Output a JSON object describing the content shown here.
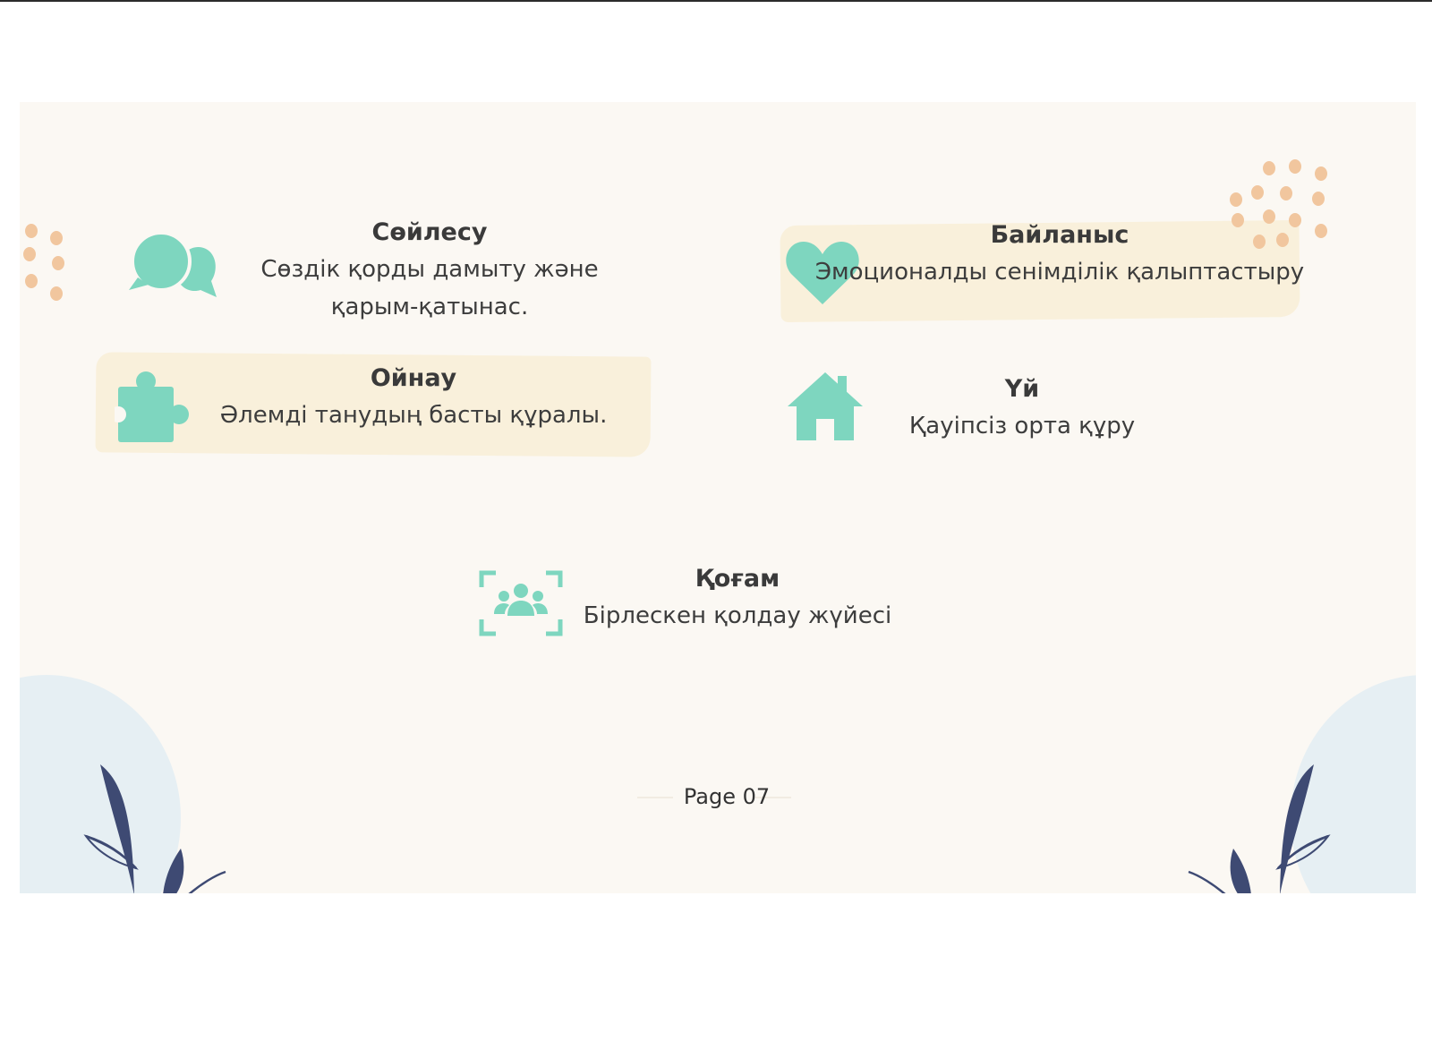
{
  "items": [
    {
      "id": "soilesu",
      "title": "Сөйлесу",
      "description": "Сөздік қорды дамыту және қарым-қатынас.",
      "icon": "speech-bubbles-icon"
    },
    {
      "id": "bailanys",
      "title": "Байланыс",
      "description": "Эмоционалды сенімділік қалыптастыру",
      "icon": "heart-icon"
    },
    {
      "id": "oinau",
      "title": "Ойнау",
      "description": "Әлемді танудың басты құралы.",
      "icon": "puzzle-icon"
    },
    {
      "id": "ui",
      "title": "Үй",
      "description": "Қауіпсіз орта құру",
      "icon": "house-icon"
    },
    {
      "id": "kogam",
      "title": "Қоғам",
      "description": "Бірлескен қолдау жүйесі",
      "icon": "group-icon"
    }
  ],
  "footer": {
    "page_label": "Page 07"
  },
  "colors": {
    "icon": "#7ed6bf",
    "highlight": "#f9f0db",
    "dots": "#f1c69e",
    "leaves": "#3e4a73",
    "background": "#fbf8f3"
  }
}
